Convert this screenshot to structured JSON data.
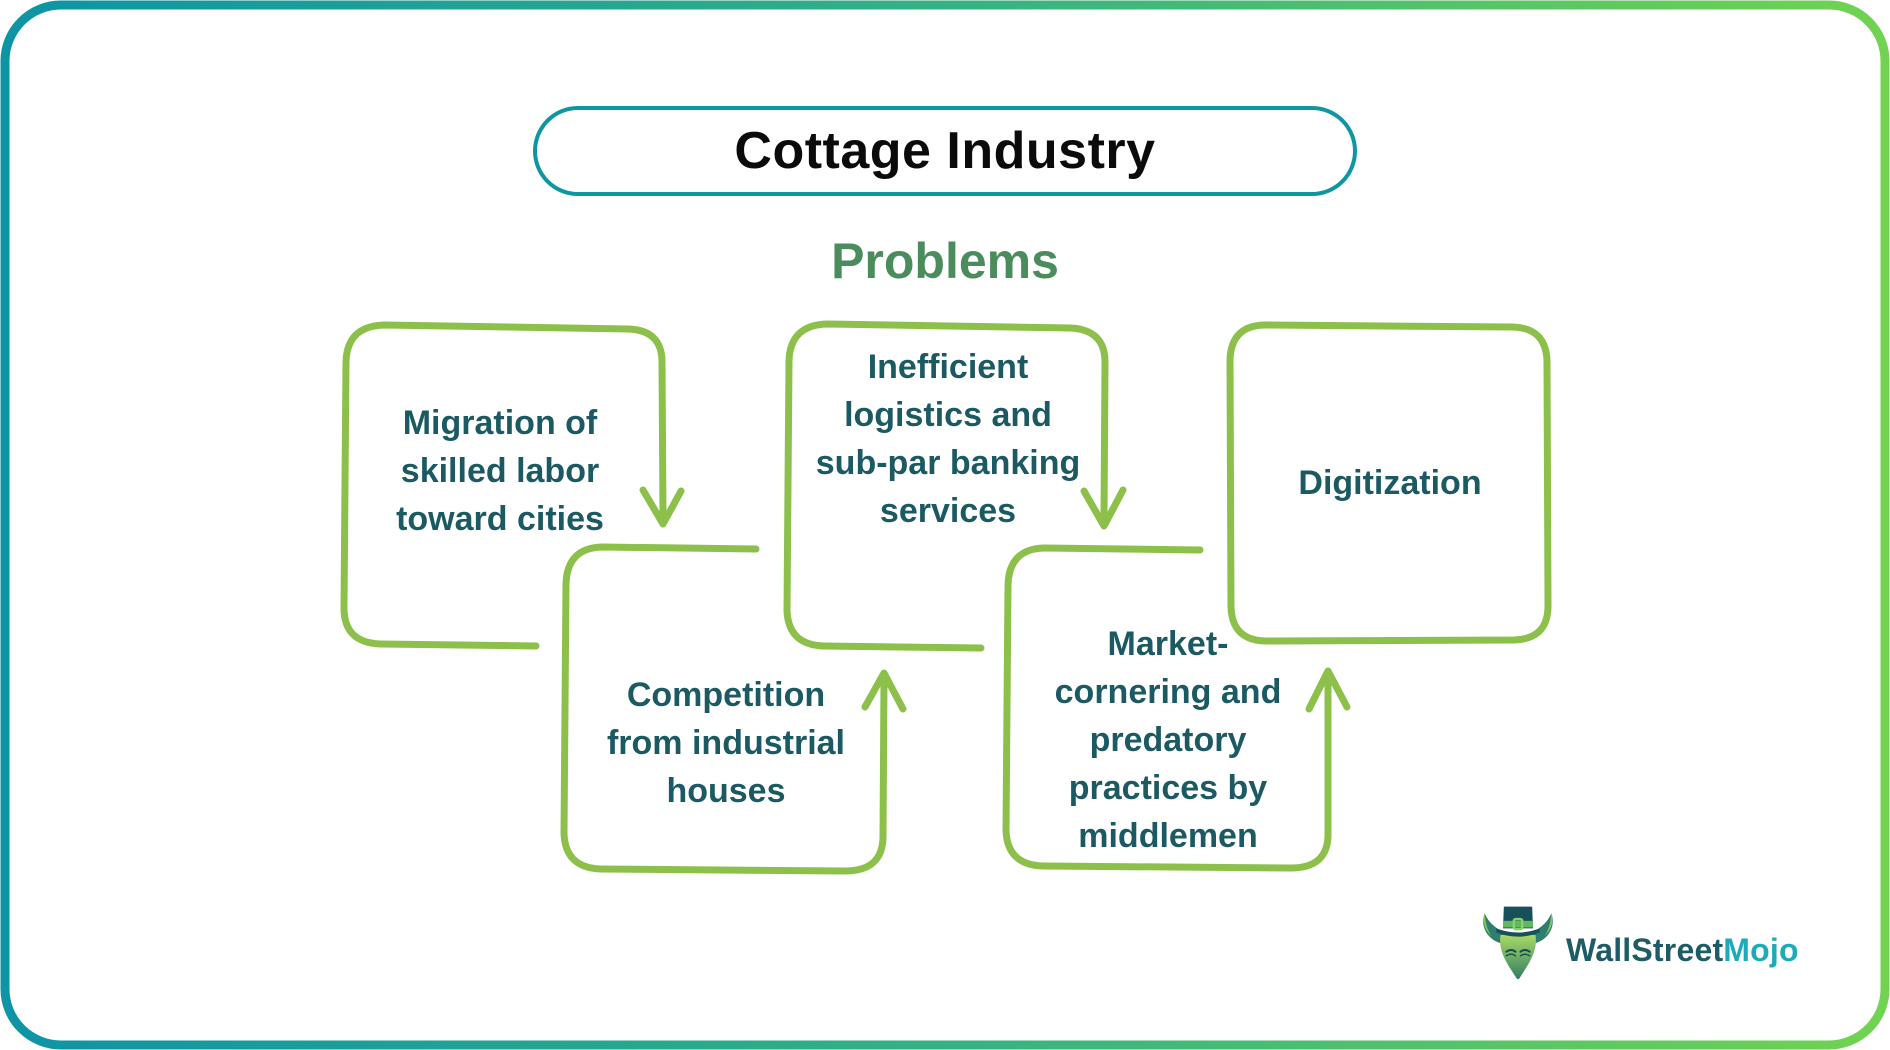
{
  "header": {
    "title": "Cottage Industry",
    "subtitle": "Problems"
  },
  "boxes": [
    {
      "id": "migration",
      "label": "Migration of\nskilled labor\ntoward cities"
    },
    {
      "id": "competition",
      "label": "Competition\nfrom industrial\nhouses"
    },
    {
      "id": "logistics",
      "label": "Inefficient\nlogistics and\nsub-par banking\nservices"
    },
    {
      "id": "market-cornering",
      "label": "Market-\ncornering and\npredatory\npractices by\nmiddlemen"
    },
    {
      "id": "digitization",
      "label": "Digitization"
    }
  ],
  "flows": [
    {
      "from": "migration",
      "to": "competition",
      "direction": "down"
    },
    {
      "from": "competition",
      "to": "logistics",
      "direction": "up"
    },
    {
      "from": "logistics",
      "to": "market-cornering",
      "direction": "down"
    },
    {
      "from": "market-cornering",
      "to": "digitization",
      "direction": "up"
    }
  ],
  "logo": {
    "brand_primary": "WallStreet",
    "brand_secondary": "Mojo",
    "icon": "bull-mascot-icon"
  },
  "colors": {
    "page_border_start": "#0D94A5",
    "page_border_end": "#70D351",
    "title_border": "#0F96A3",
    "title_text": "#0b0b0b",
    "subtitle_text": "#4A8C5C",
    "box_border": "#8DC04B",
    "box_text": "#1B5A63",
    "logo_primary": "#1D5B66",
    "logo_secondary": "#1BACBA"
  }
}
